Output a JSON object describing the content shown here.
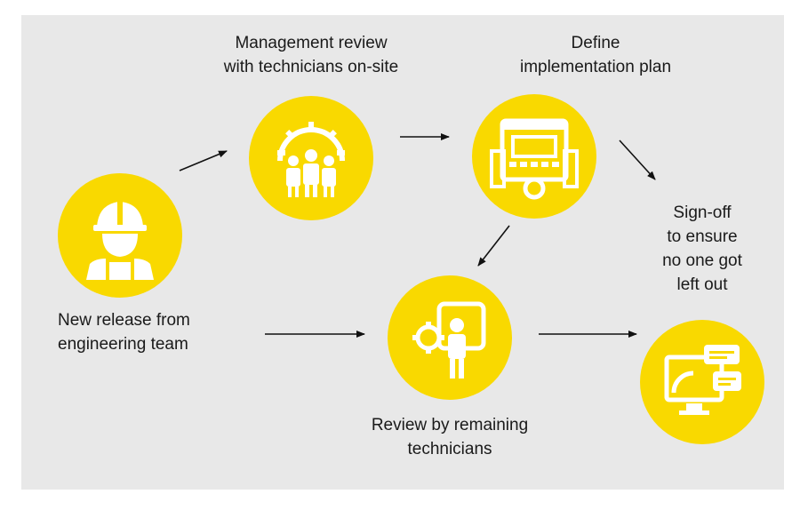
{
  "colors": {
    "background": "#e8e8e8",
    "node_fill": "#f9d900",
    "icon": "#ffffff",
    "arrow": "#111111",
    "text": "#1a1a1a"
  },
  "steps": [
    {
      "id": "new-release",
      "icon": "worker-icon",
      "label_lines": [
        "New release from",
        "engineering team"
      ]
    },
    {
      "id": "management-review",
      "icon": "team-gear-icon",
      "label_lines": [
        "Management review",
        "with technicians on-site"
      ]
    },
    {
      "id": "define-plan",
      "icon": "dashboard-plan-icon",
      "label_lines": [
        "Define",
        "implementation plan"
      ]
    },
    {
      "id": "remaining-review",
      "icon": "technician-gear-icon",
      "label_lines": [
        "Review by remaining",
        "technicians"
      ]
    },
    {
      "id": "sign-off",
      "icon": "monitor-chat-icon",
      "label_lines": [
        "Sign-off",
        "to ensure",
        "no one got",
        "left out"
      ]
    }
  ],
  "connections": [
    {
      "from": "new-release",
      "to": "management-review"
    },
    {
      "from": "management-review",
      "to": "define-plan"
    },
    {
      "from": "define-plan",
      "to": "sign-off"
    },
    {
      "from": "define-plan",
      "to": "remaining-review"
    },
    {
      "from": "new-release",
      "to": "remaining-review"
    },
    {
      "from": "remaining-review",
      "to": "sign-off"
    }
  ]
}
